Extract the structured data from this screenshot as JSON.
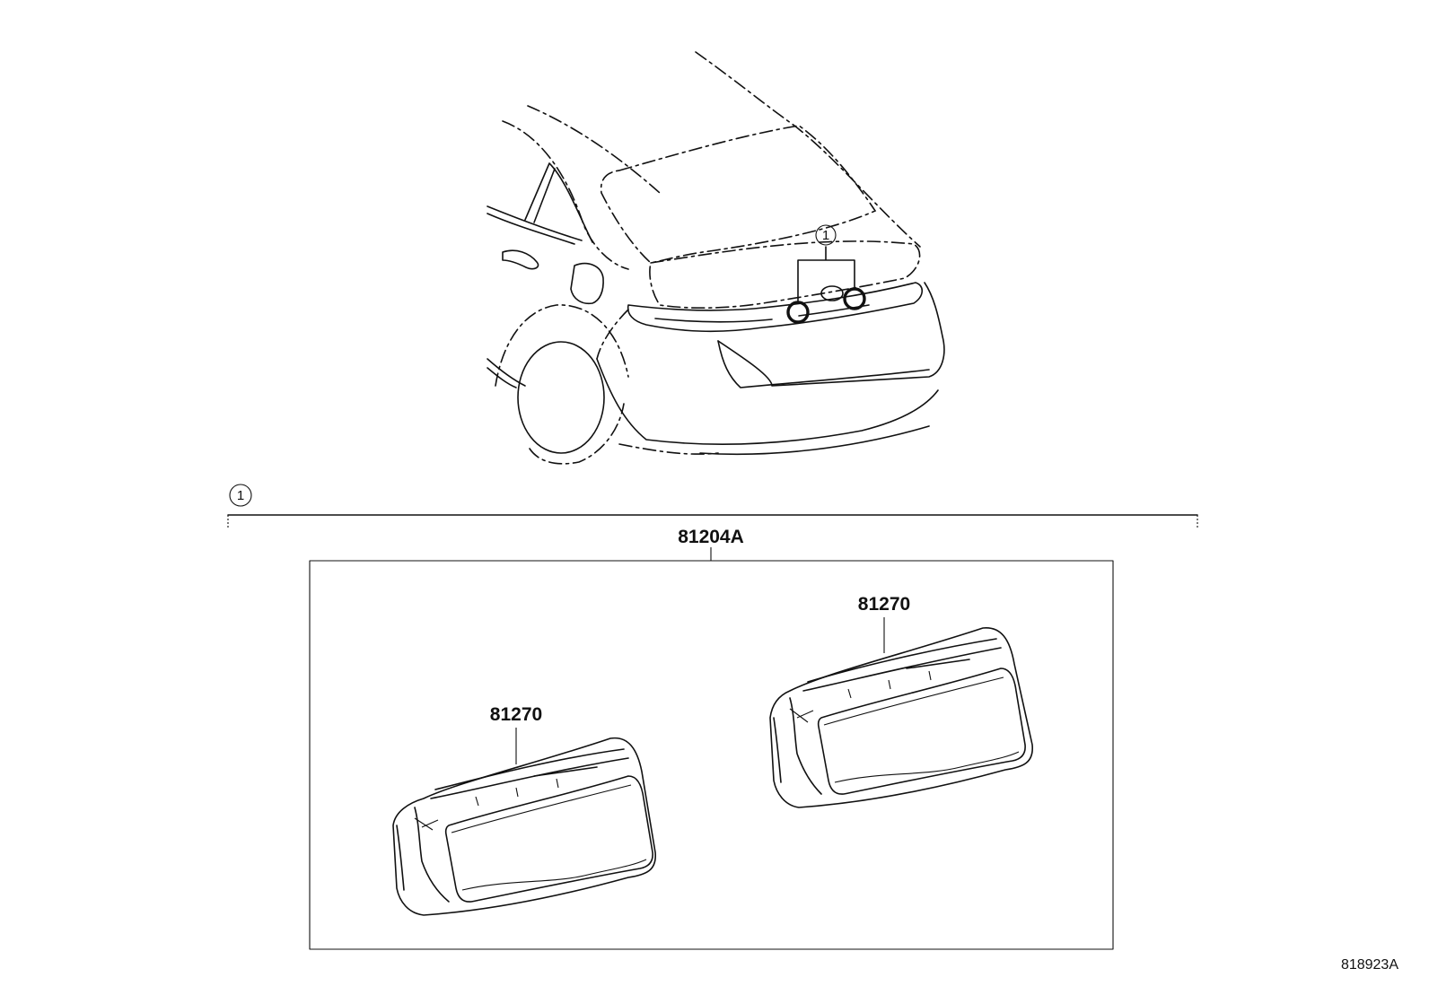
{
  "callouts": {
    "main": "1",
    "car": "1"
  },
  "assembly": {
    "part_number": "81204A"
  },
  "parts": [
    {
      "part_number": "81270"
    },
    {
      "part_number": "81270"
    }
  ],
  "drawing_id": "818923A"
}
